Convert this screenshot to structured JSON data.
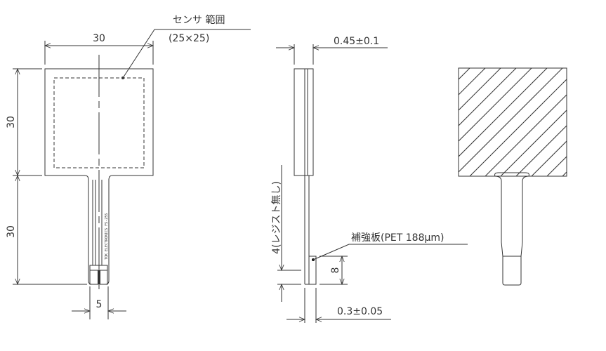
{
  "front_view": {
    "sensor_area_label": "センサ 範囲",
    "sensor_area_size": "(25×25)",
    "width_dim": "30",
    "pad_height_dim": "30",
    "tail_length_dim": "30",
    "tail_width_dim": "5",
    "tail_print": "TOK ELECTRONICS FS-25S"
  },
  "side_view": {
    "thickness_dim": "0.45±0.1",
    "resist_free_dim": "4(レジスト無し)",
    "stiffener_label": "補強板(PET 188μm)",
    "stiffener_length_dim": "8",
    "tail_thickness_dim": "0.3±0.05"
  },
  "colors": {
    "line": "#333333",
    "background": "#ffffff"
  }
}
